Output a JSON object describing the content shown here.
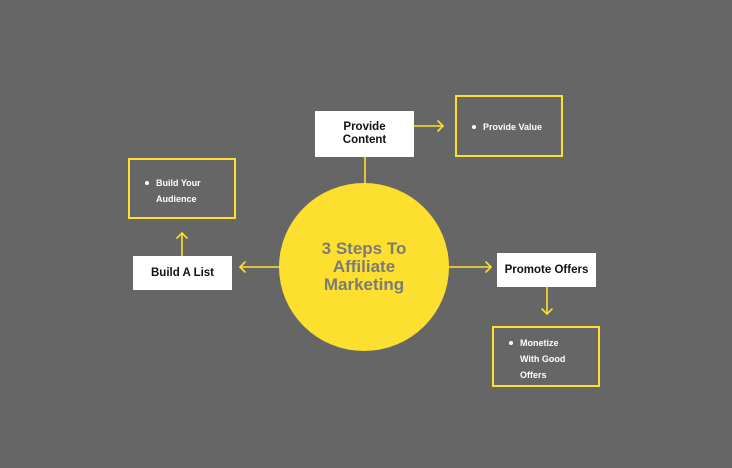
{
  "diagram": {
    "center": {
      "title": "3 Steps To Affiliate Marketing"
    },
    "steps": [
      {
        "id": "build-list",
        "label": "Build A List",
        "note": "Build Your Audience"
      },
      {
        "id": "provide-content",
        "label": "Provide Content",
        "note": "Provide Value"
      },
      {
        "id": "promote-offers",
        "label": "Promote Offers",
        "note": "Monetize With Good Offers"
      }
    ]
  },
  "colors": {
    "background": "#666666",
    "accent": "#fde02f",
    "hub_text": "#7a7a7a",
    "box_fill": "#ffffff",
    "note_text": "#ffffff"
  }
}
